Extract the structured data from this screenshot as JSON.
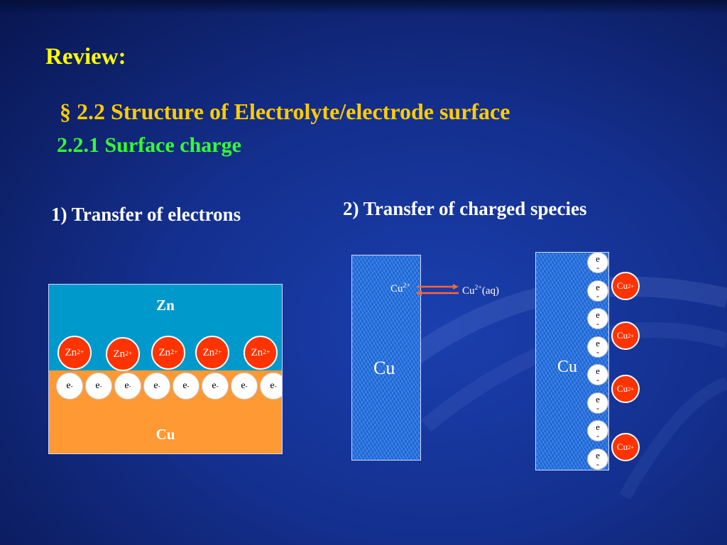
{
  "slide": {
    "heading": "Review:",
    "section_title": "§ 2.2 Structure of Electrolyte/electrode surface",
    "subsection_title": "2.2.1 Surface charge"
  },
  "panel1": {
    "label": "1) Transfer of electrons",
    "top_layer": "Zn",
    "bottom_layer": "Cu",
    "ion_base": "Zn",
    "ion_charge": "2+",
    "ion_count": 5,
    "electron_base": "e",
    "electron_charge": "-",
    "electron_count": 8
  },
  "panel2": {
    "label": "2) Transfer of charged species",
    "plate_a_label": "Cu",
    "plate_b_label": "Cu",
    "ion_base": "Cu",
    "ion_charge": "2+",
    "aq_suffix": "(aq)",
    "electron_base": "e",
    "electron_charge": "-",
    "electron_count": 8,
    "cu_ion_count": 4,
    "arrow_colors": [
      "#ff6633",
      "#ff6633"
    ]
  },
  "colors": {
    "heading": "#ffff00",
    "section": "#ffcc00",
    "subsection": "#33ff33",
    "zn_layer": "#0099cc",
    "cu_layer": "#ff9933",
    "ion": "#ff3300",
    "electron": "#ffffff"
  }
}
